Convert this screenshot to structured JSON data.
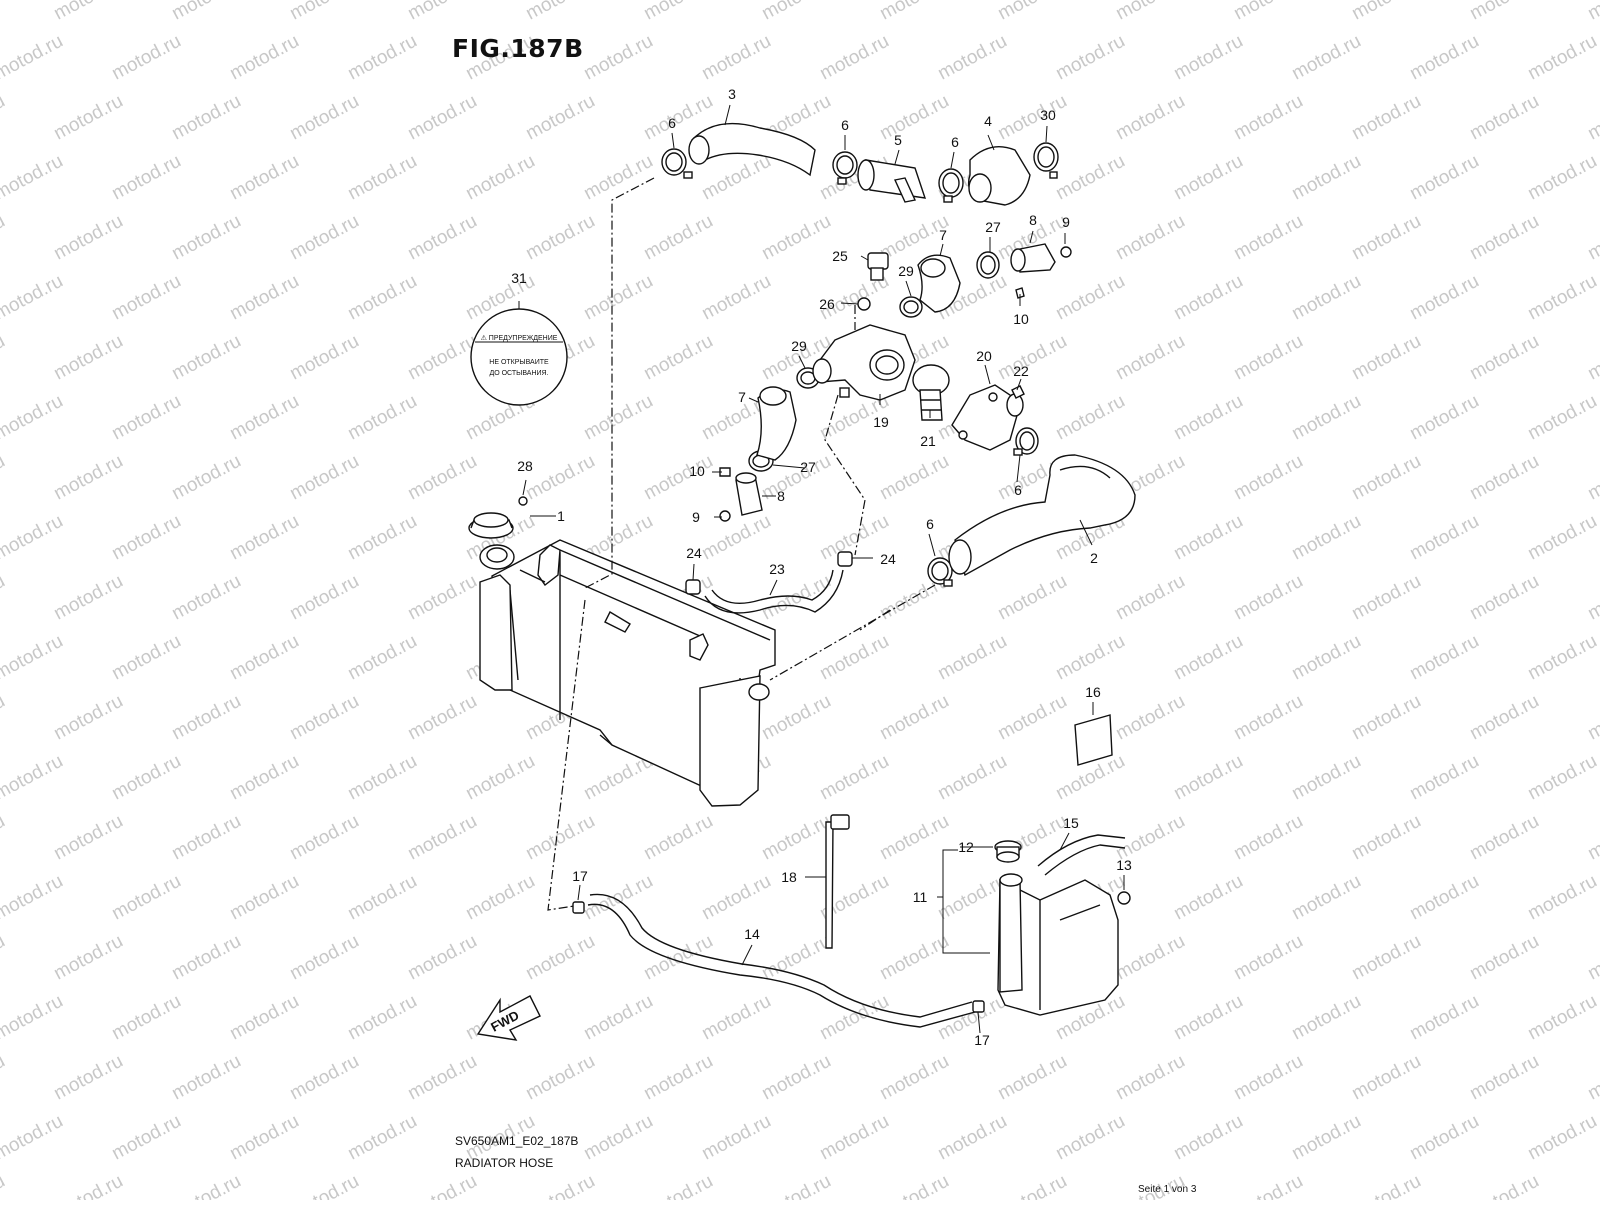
{
  "figure": {
    "title": "FIG.187B",
    "code": "SV650AM1_E02_187B",
    "caption": "RADIATOR HOSE"
  },
  "footer": {
    "page": "Seite 1 von 3"
  },
  "watermark": {
    "text": "motod.ru"
  },
  "fwd_arrow": {
    "label": "FWD"
  },
  "warning_label": {
    "heading": "⚠ ПРЕДУПРЕЖДЕНИЕ",
    "line1": "НЕ ОТКРЫВАИТЕ",
    "line2": "ДО ОСТЫВАНИЯ."
  },
  "callouts": [
    "3",
    "6",
    "6",
    "5",
    "6",
    "4",
    "30",
    "31",
    "27",
    "8",
    "9",
    "25",
    "29",
    "7",
    "26",
    "10",
    "29",
    "19",
    "21",
    "20",
    "22",
    "7",
    "27",
    "10",
    "8",
    "9",
    "6",
    "28",
    "1",
    "6",
    "2",
    "24",
    "24",
    "23",
    "16",
    "15",
    "12",
    "13",
    "18",
    "11",
    "17",
    "14",
    "17"
  ]
}
